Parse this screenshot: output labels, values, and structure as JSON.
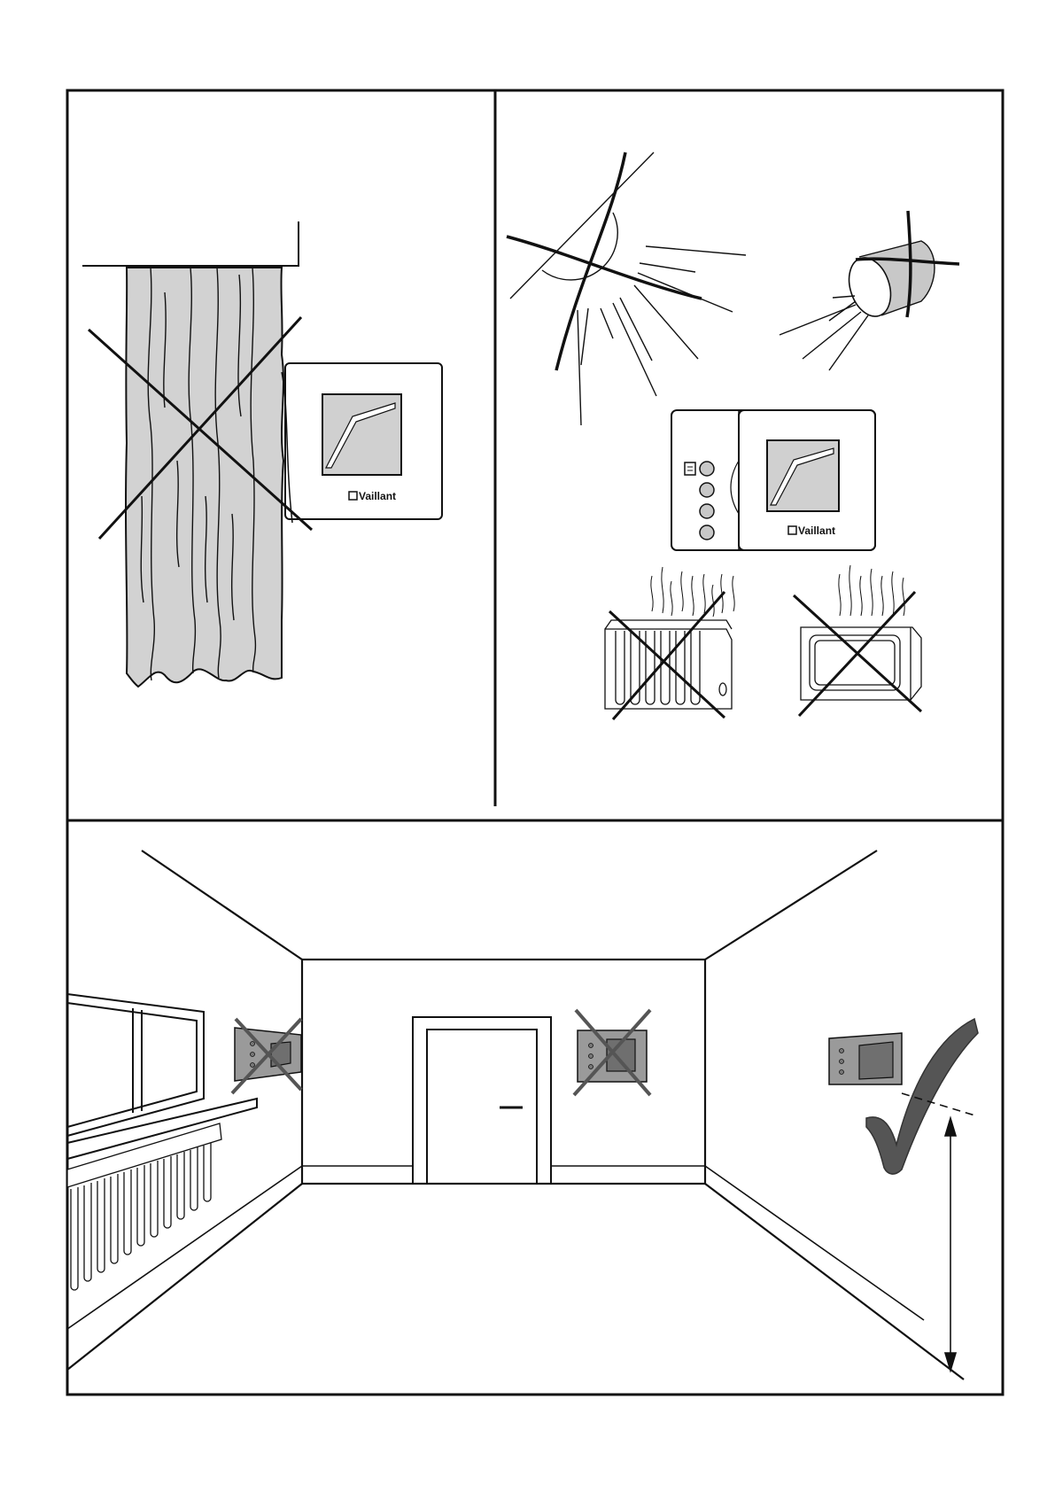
{
  "brand_label": "Vaillant",
  "colors": {
    "line": "#111111",
    "gray_fill": "#cfcfcf",
    "light_gray": "#e6e6e6",
    "device_gray": "#9a9a9a",
    "check_mark": "#555555",
    "cross_mark": "#555555"
  },
  "panels": [
    {
      "id": "curtain",
      "verdict": "not-allowed"
    },
    {
      "id": "heat-sources",
      "verdict": "not-allowed"
    },
    {
      "id": "room",
      "verdict": "allowed-on-side-wall"
    }
  ]
}
